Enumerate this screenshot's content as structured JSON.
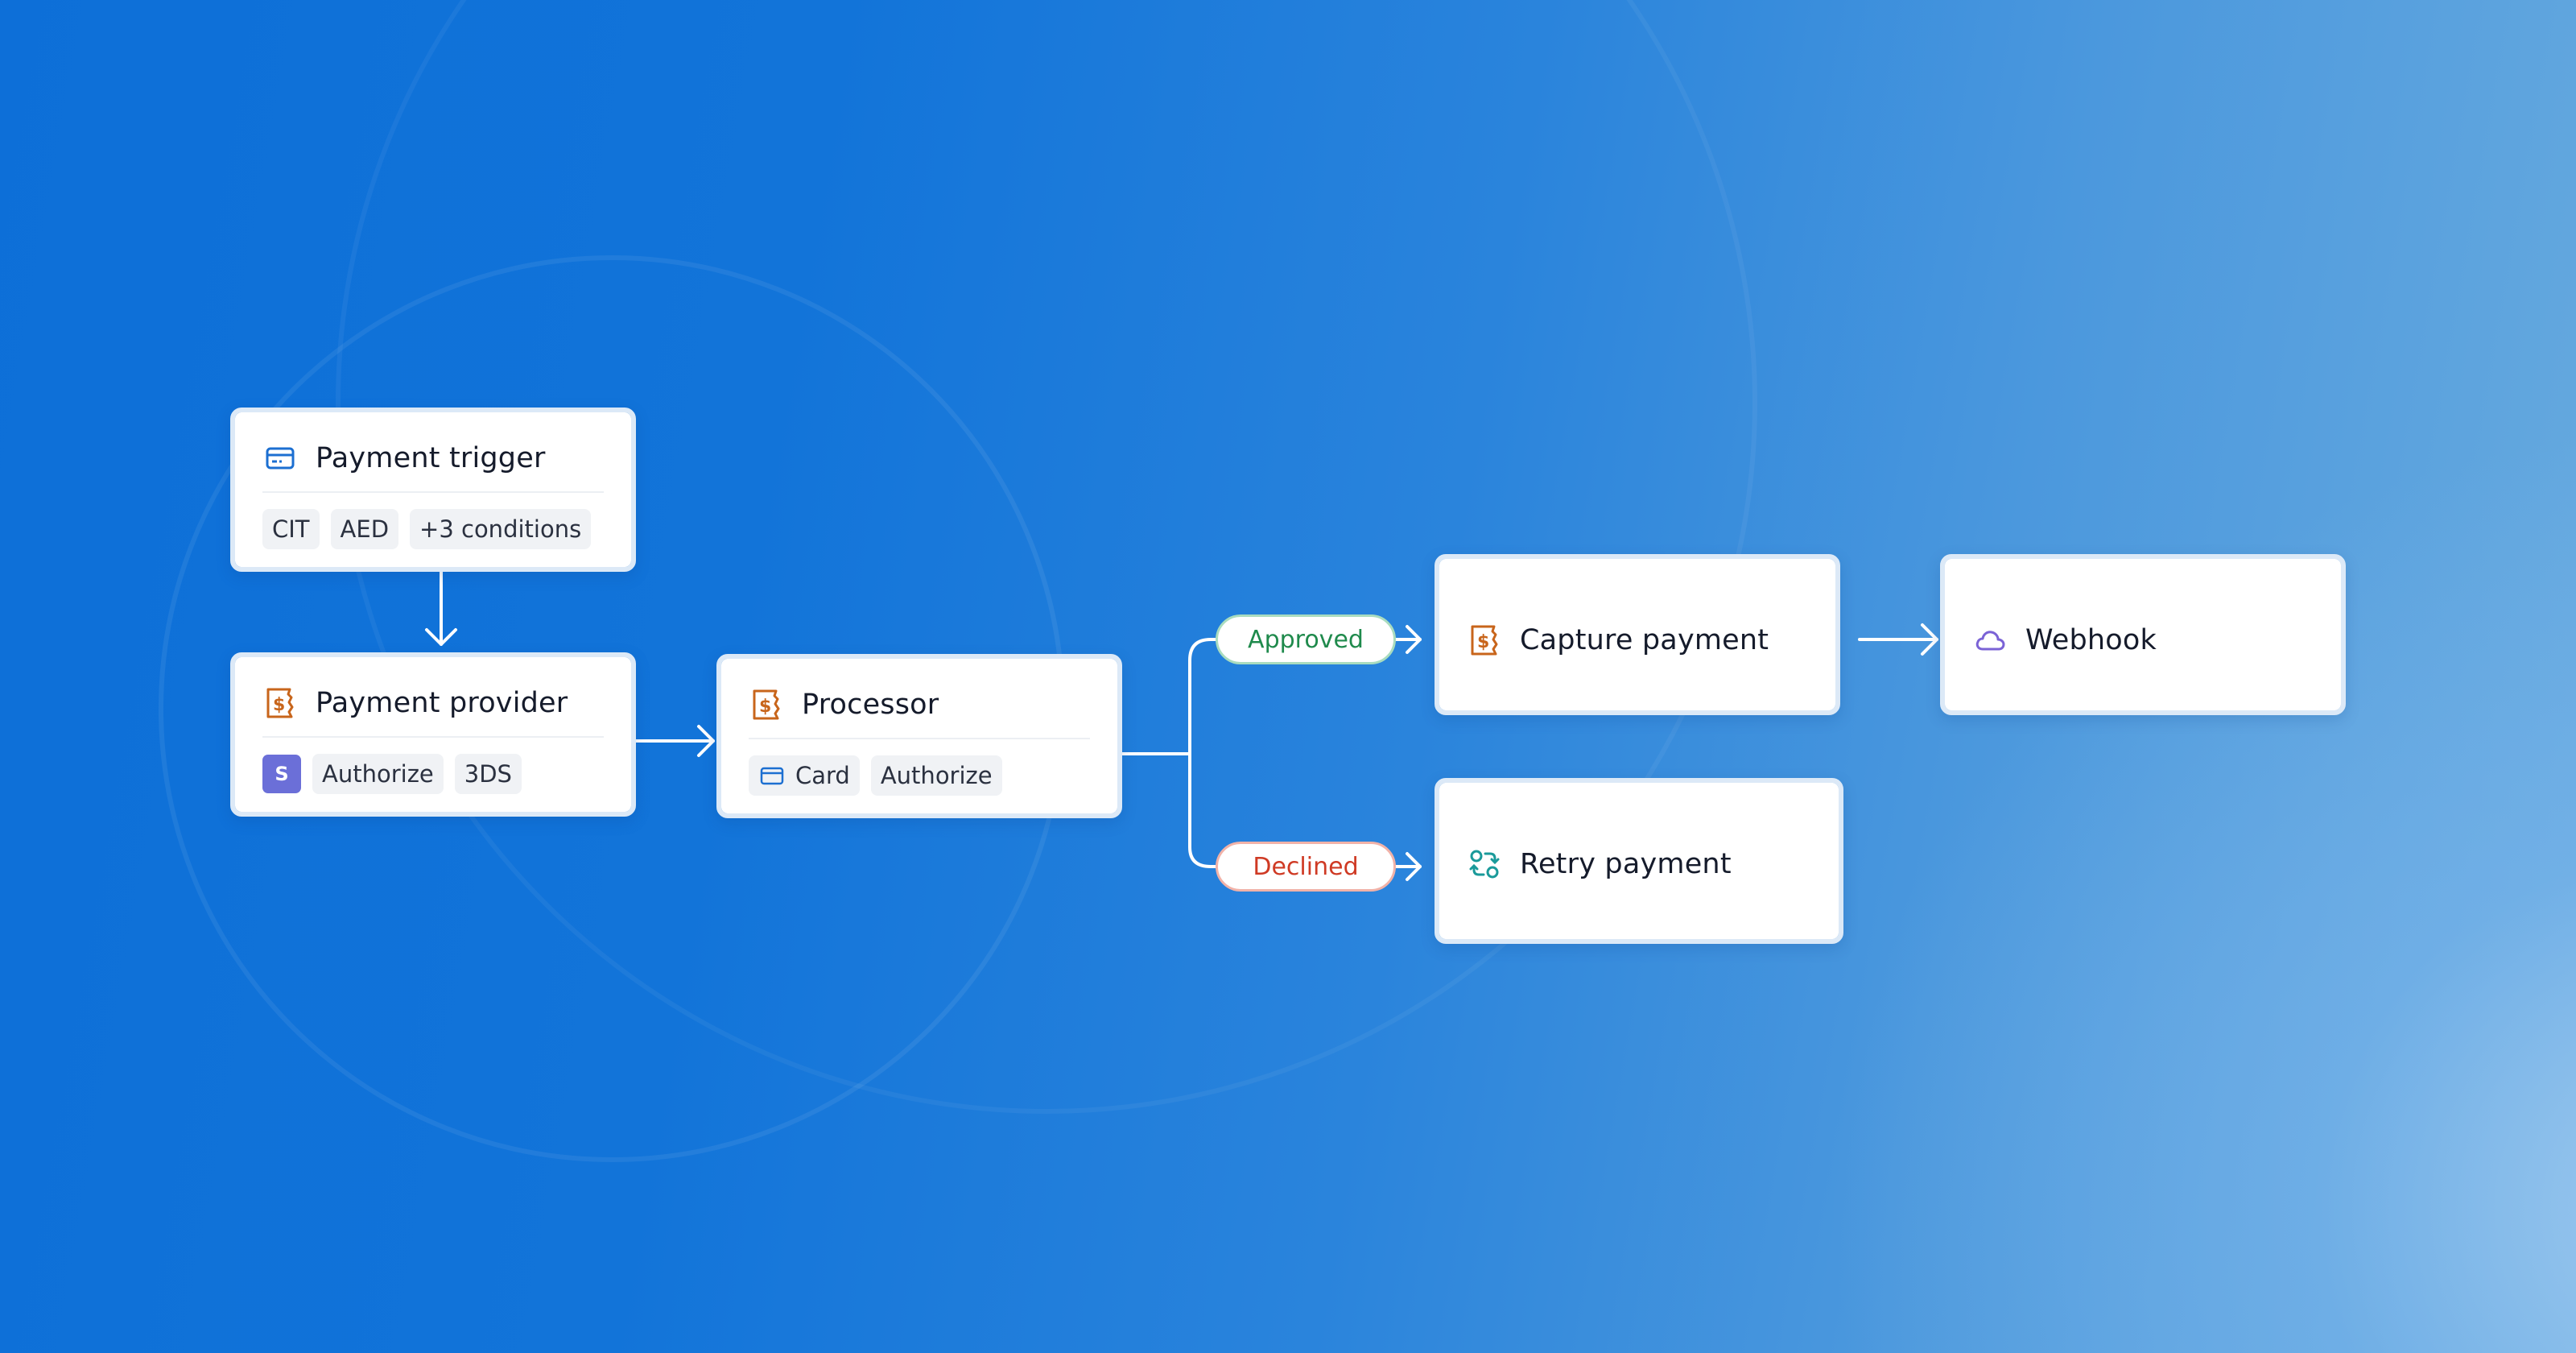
{
  "colors": {
    "accent": "#0d6fd8",
    "node_border": "#dce9f7",
    "approved": "#1f8a4c",
    "declined": "#cf3a24",
    "provider_icon": "#c8651b",
    "webhook_icon": "#7b63d6",
    "retry_icon": "#1a9a9a",
    "stripe": "#6b6fd8"
  },
  "nodes": {
    "payment_trigger": {
      "icon": "card-icon",
      "title": "Payment trigger",
      "chips": [
        "CIT",
        "AED",
        "+3 conditions"
      ]
    },
    "payment_provider": {
      "icon": "money-receipt-icon",
      "title": "Payment provider",
      "provider_badge": "S",
      "chips": [
        "Authorize",
        "3DS"
      ]
    },
    "processor": {
      "icon": "money-receipt-icon",
      "title": "Processor",
      "chips": [
        "Card",
        "Authorize"
      ]
    },
    "capture_payment": {
      "icon": "money-receipt-icon",
      "title": "Capture payment"
    },
    "webhook": {
      "icon": "cloud-icon",
      "title": "Webhook"
    },
    "retry_payment": {
      "icon": "retry-icon",
      "title": "Retry payment"
    }
  },
  "branches": {
    "approved": "Approved",
    "declined": "Declined"
  }
}
